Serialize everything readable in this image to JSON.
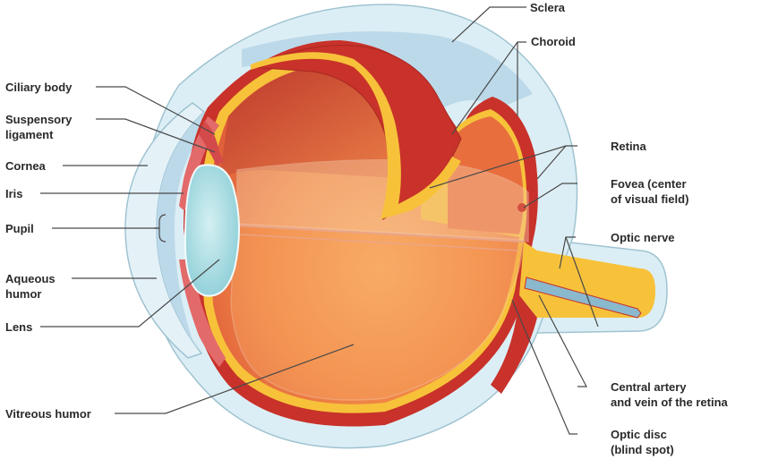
{
  "diagram": {
    "type": "anatomical-cross-section",
    "subject": "Human eye",
    "colors": {
      "sclera": "#dceef5",
      "sclera_edge": "#9fc3d1",
      "aqueous": "#bcd9ea",
      "choroid": "#c8322a",
      "retina": "#f7c23a",
      "vitreous": "#f08a45",
      "lens": "#a9dce3",
      "iris": "#e36a6a",
      "leader_line": "#4a4a4a",
      "label_text": "#2a2a2a"
    }
  },
  "labels": {
    "sclera": "Sclera",
    "choroid": "Choroid",
    "ciliary_body": "Ciliary body",
    "suspensory_ligament": "Suspensory\nligament",
    "cornea": "Cornea",
    "iris": "Iris",
    "pupil": "Pupil",
    "aqueous_humor": "Aqueous\nhumor",
    "lens": "Lens",
    "vitreous_humor": "Vitreous humor",
    "retina": "Retina",
    "fovea": "Fovea (center\nof visual field)",
    "optic_nerve": "Optic nerve",
    "central_artery_vein": "Central artery\nand vein of the retina",
    "optic_disc": "Optic disc\n(blind spot)"
  }
}
